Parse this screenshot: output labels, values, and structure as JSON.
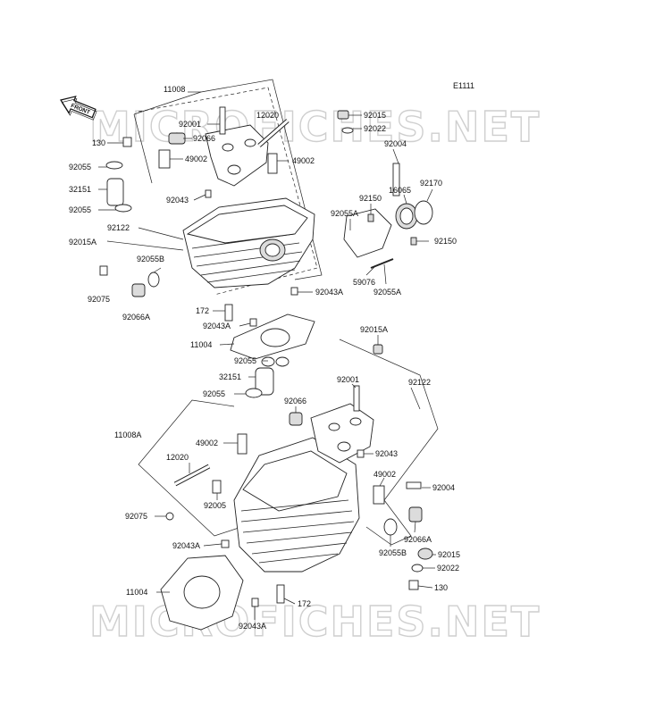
{
  "diagram": {
    "ref_code": "E1111",
    "front_arrow_label": "FRONT",
    "watermark": "MICROFICHES.NET",
    "callouts": [
      {
        "id": "c1",
        "text": "11008"
      },
      {
        "id": "c2",
        "text": "12020"
      },
      {
        "id": "c3",
        "text": "92015"
      },
      {
        "id": "c4",
        "text": "92001"
      },
      {
        "id": "c5",
        "text": "92022"
      },
      {
        "id": "c6",
        "text": "130"
      },
      {
        "id": "c7",
        "text": "92066"
      },
      {
        "id": "c8",
        "text": "92004"
      },
      {
        "id": "c9",
        "text": "49002"
      },
      {
        "id": "c10",
        "text": "49002"
      },
      {
        "id": "c11",
        "text": "92055"
      },
      {
        "id": "c12",
        "text": "32151"
      },
      {
        "id": "c13",
        "text": "92043"
      },
      {
        "id": "c14",
        "text": "92150"
      },
      {
        "id": "c15",
        "text": "16065"
      },
      {
        "id": "c16",
        "text": "92170"
      },
      {
        "id": "c17",
        "text": "92055"
      },
      {
        "id": "c18",
        "text": "92055A"
      },
      {
        "id": "c19",
        "text": "92122"
      },
      {
        "id": "c20",
        "text": "92150"
      },
      {
        "id": "c21",
        "text": "92015A"
      },
      {
        "id": "c22",
        "text": "92055B"
      },
      {
        "id": "c23",
        "text": "59076"
      },
      {
        "id": "c24",
        "text": "92075"
      },
      {
        "id": "c25",
        "text": "92043A"
      },
      {
        "id": "c26",
        "text": "92055A"
      },
      {
        "id": "c27",
        "text": "92066A"
      },
      {
        "id": "c28",
        "text": "172"
      },
      {
        "id": "c29",
        "text": "92043A"
      },
      {
        "id": "c30",
        "text": "11004"
      },
      {
        "id": "c31",
        "text": "92015A"
      },
      {
        "id": "c32",
        "text": "92055"
      },
      {
        "id": "c33",
        "text": "32151"
      },
      {
        "id": "c34",
        "text": "92001"
      },
      {
        "id": "c35",
        "text": "92122"
      },
      {
        "id": "c36",
        "text": "92055"
      },
      {
        "id": "c37",
        "text": "92066"
      },
      {
        "id": "c38",
        "text": "11008A"
      },
      {
        "id": "c39",
        "text": "49002"
      },
      {
        "id": "c40",
        "text": "92043"
      },
      {
        "id": "c41",
        "text": "12020"
      },
      {
        "id": "c42",
        "text": "49002"
      },
      {
        "id": "c43",
        "text": "92004"
      },
      {
        "id": "c44",
        "text": "92005"
      },
      {
        "id": "c45",
        "text": "92075"
      },
      {
        "id": "c46",
        "text": "92066A"
      },
      {
        "id": "c47",
        "text": "92043A"
      },
      {
        "id": "c48",
        "text": "92055B"
      },
      {
        "id": "c49",
        "text": "92015"
      },
      {
        "id": "c50",
        "text": "92022"
      },
      {
        "id": "c51",
        "text": "11004"
      },
      {
        "id": "c52",
        "text": "130"
      },
      {
        "id": "c53",
        "text": "172"
      },
      {
        "id": "c54",
        "text": "92043A"
      }
    ]
  }
}
